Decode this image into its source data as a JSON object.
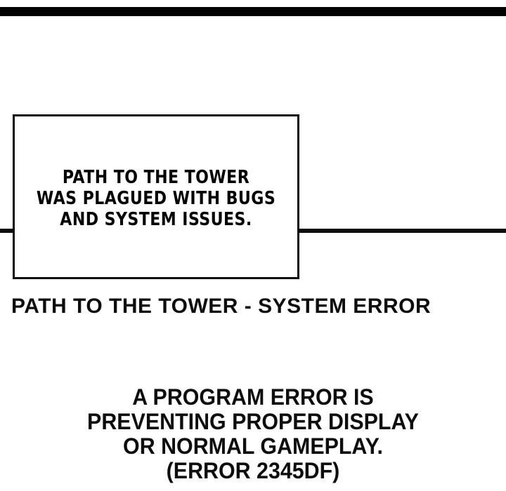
{
  "colors": {
    "background": "#ffffff",
    "ink": "#0d0d0d",
    "top_bar": "#000000"
  },
  "speech_box": {
    "lines": [
      "PATH TO THE TOWER",
      "WAS PLAGUED WITH BUGS",
      "AND SYSTEM ISSUES."
    ]
  },
  "caption": {
    "title": "PATH TO THE TOWER - SYSTEM ERROR"
  },
  "error_message": {
    "lines": [
      "A PROGRAM ERROR IS",
      "PREVENTING PROPER DISPLAY",
      "OR NORMAL GAMEPLAY.",
      "(ERROR 2345DF)"
    ]
  }
}
